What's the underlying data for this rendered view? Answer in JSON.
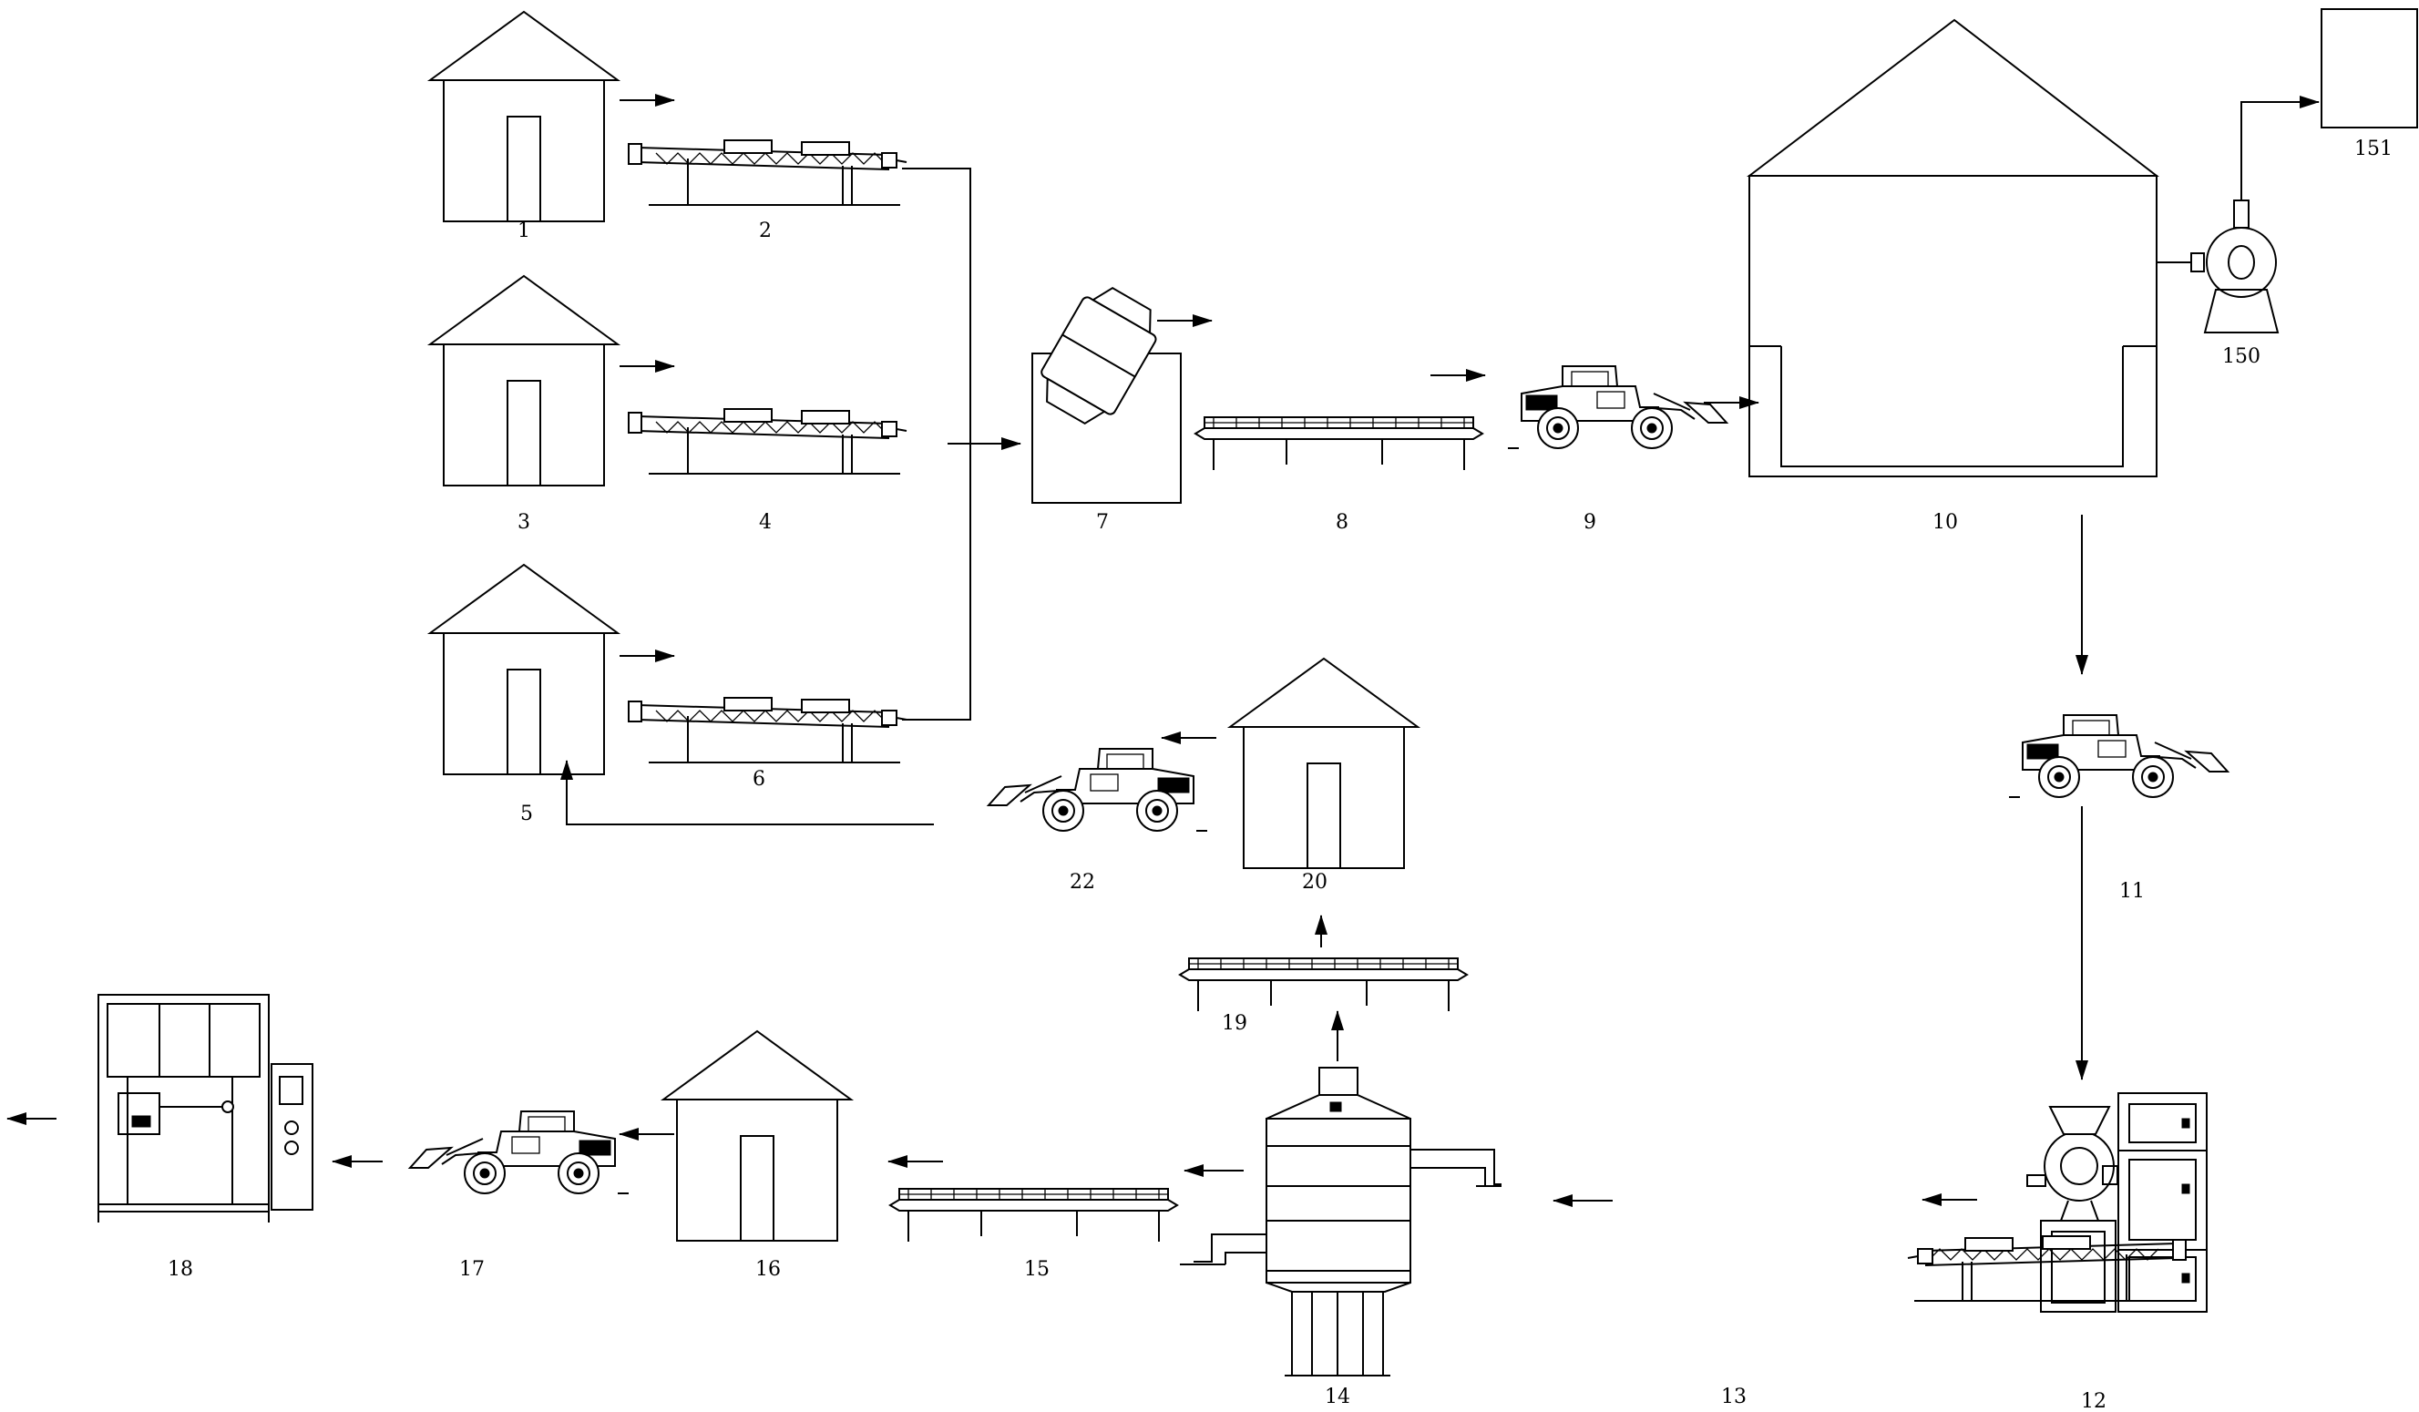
{
  "diagram": {
    "labels": {
      "house_1": "1",
      "conveyor_2": "2",
      "house_3": "3",
      "conveyor_4": "4",
      "house_5": "5",
      "conveyor_6": "6",
      "mixer_7": "7",
      "conveyor_8": "8",
      "loader_9": "9",
      "shed_10": "10",
      "loader_11": "11",
      "crusher_12": "12",
      "conveyor_13": "13",
      "sieve_14": "14",
      "conveyor_15": "15",
      "house_16": "16",
      "loader_17": "17",
      "packer_18": "18",
      "conveyor_19": "19",
      "house_20": "20",
      "loader_22": "22",
      "fan_150": "150",
      "tank_151": "151"
    },
    "colors": {
      "line": "#000000",
      "background": "#ffffff"
    }
  }
}
